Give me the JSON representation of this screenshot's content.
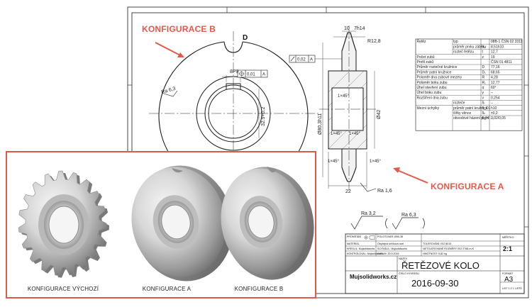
{
  "callouts": {
    "config_b": "KONFIGURACE B",
    "config_a": "KONFIGURACE A"
  },
  "colors": {
    "callout": "#e05a4c",
    "line": "#1a1a1a",
    "metal_light": "#eeeeee",
    "metal_dark": "#6f6f6f"
  },
  "front_view": {
    "detail_letter": "D",
    "dim_key": "8P9",
    "dim_bore": "32.9+0.2",
    "tol_pos_value": "0,01",
    "tol_pos_datum": "A",
    "roughness": "Ra 6,3"
  },
  "section_view": {
    "dim_10": "10",
    "dim_7h14": "7h14",
    "dim_r": "R12,8",
    "tol_runout_value": "0,02",
    "tol_runout_datum": "A",
    "dim_diam_outer": "Ø80,3h11",
    "dim_diam_inner": "Ø42",
    "chamfer_1": "1×45°",
    "chamfer_2": "1×45°",
    "chamfer_3": "1×45°",
    "chamfer_4": "1×45°",
    "chamfer_5": "1×45°",
    "dim_22": "22",
    "roughness": "Ra 1,6"
  },
  "spec_table": {
    "rows": [
      {
        "label": "Řetěz",
        "sub": "typ",
        "sym": "",
        "value": "08B-1 ČSN 02 3311"
      },
      {
        "label": "",
        "sub": "průměr prvku záběru",
        "sym": "d₁",
        "value": "8,51h10"
      },
      {
        "label": "",
        "sub": "rozteč řetězu",
        "sym": "t",
        "value": "12,7"
      },
      {
        "label": "Počet zubů",
        "sub": "",
        "sym": "z",
        "value": "19"
      },
      {
        "label": "Profil zubů",
        "sub": "",
        "sym": "",
        "value": "ČSN 01 4811"
      },
      {
        "label": "Průměr roztečné kružnice",
        "sub": "",
        "sym": "D",
        "value": "77,16"
      },
      {
        "label": "Průměr patní kružnice",
        "sub": "",
        "sym": "D₁",
        "value": "68,65"
      },
      {
        "label": "Poloměr dna zubové mezery",
        "sub": "",
        "sym": "R",
        "value": "4,28"
      },
      {
        "label": "Poloměr boku zubu",
        "sub": "",
        "sym": "R₁",
        "value": "12,77"
      },
      {
        "label": "Úhel otevření zubu",
        "sub": "",
        "sym": "α",
        "value": "60°"
      },
      {
        "label": "Úhel boku zubu",
        "sub": "",
        "sym": "γ",
        "value": "–"
      },
      {
        "label": "Rozšíření dna zubu",
        "sub": "",
        "sym": "v",
        "value": "0,254"
      },
      {
        "label": "",
        "sub": "rozteče",
        "sym": "δₜ",
        "value": "–"
      },
      {
        "label": "Mezní úchylky",
        "sub": "průměr patní kružnice",
        "sym": "δ_D1",
        "value": "h10"
      },
      {
        "label": "",
        "sub": "šířky věnce",
        "sym": "δₕ",
        "value": "±0,2"
      },
      {
        "label": "",
        "sub": "obvodové házení patní kružnice a čelního házení ozubeného věnce",
        "sym": "δ_H",
        "value": "0,02/0,05"
      }
    ]
  },
  "title_block": {
    "rough_main": "Ra 3,2",
    "rough_other": "Ra 6,3",
    "projection_label": "PROMÍTÁNÍ",
    "material_label": "MATERIÁL",
    "material_value": "Obyčejná uhlíková ocel",
    "material_note": "POLOTOVAR: Ø90-38",
    "drew_label": "KRESLIL: Mujsolidworks",
    "checked_label": "KONTROLOVAL: Mujsolidworks",
    "approved_label": "SCHVÁLIL: Mujsolidworks",
    "date_label": "DATUM: 30.9.2016",
    "tolerance_label": "TOLEROVÁNÍ: ISO 8015",
    "tolerance_note": "NETOLEROVANÉ ROZMĚRY ISO 2768-m-K",
    "weight_label": "HMOTNOST: 0,82 kg",
    "scale_label": "MĚŘÍTKO",
    "scale_value": "2:1",
    "name_label": "NÁZEV",
    "name_value": "ŘETĚZOVÉ KOLO",
    "drawing_no_label": "ČÍSLO VÝKRESU",
    "drawing_no_value": "2016-09-30",
    "company": "Mujsolidworks.cz",
    "format_label": "FORMÁT",
    "format_value": "A3",
    "sheet_label": "LIST 1 Z 1 LISTŮ"
  },
  "configs": [
    {
      "label": "KONFIGURACE VÝCHOZÍ"
    },
    {
      "label": "KONFIGURACE A"
    },
    {
      "label": "KONFIGURACE B"
    }
  ]
}
